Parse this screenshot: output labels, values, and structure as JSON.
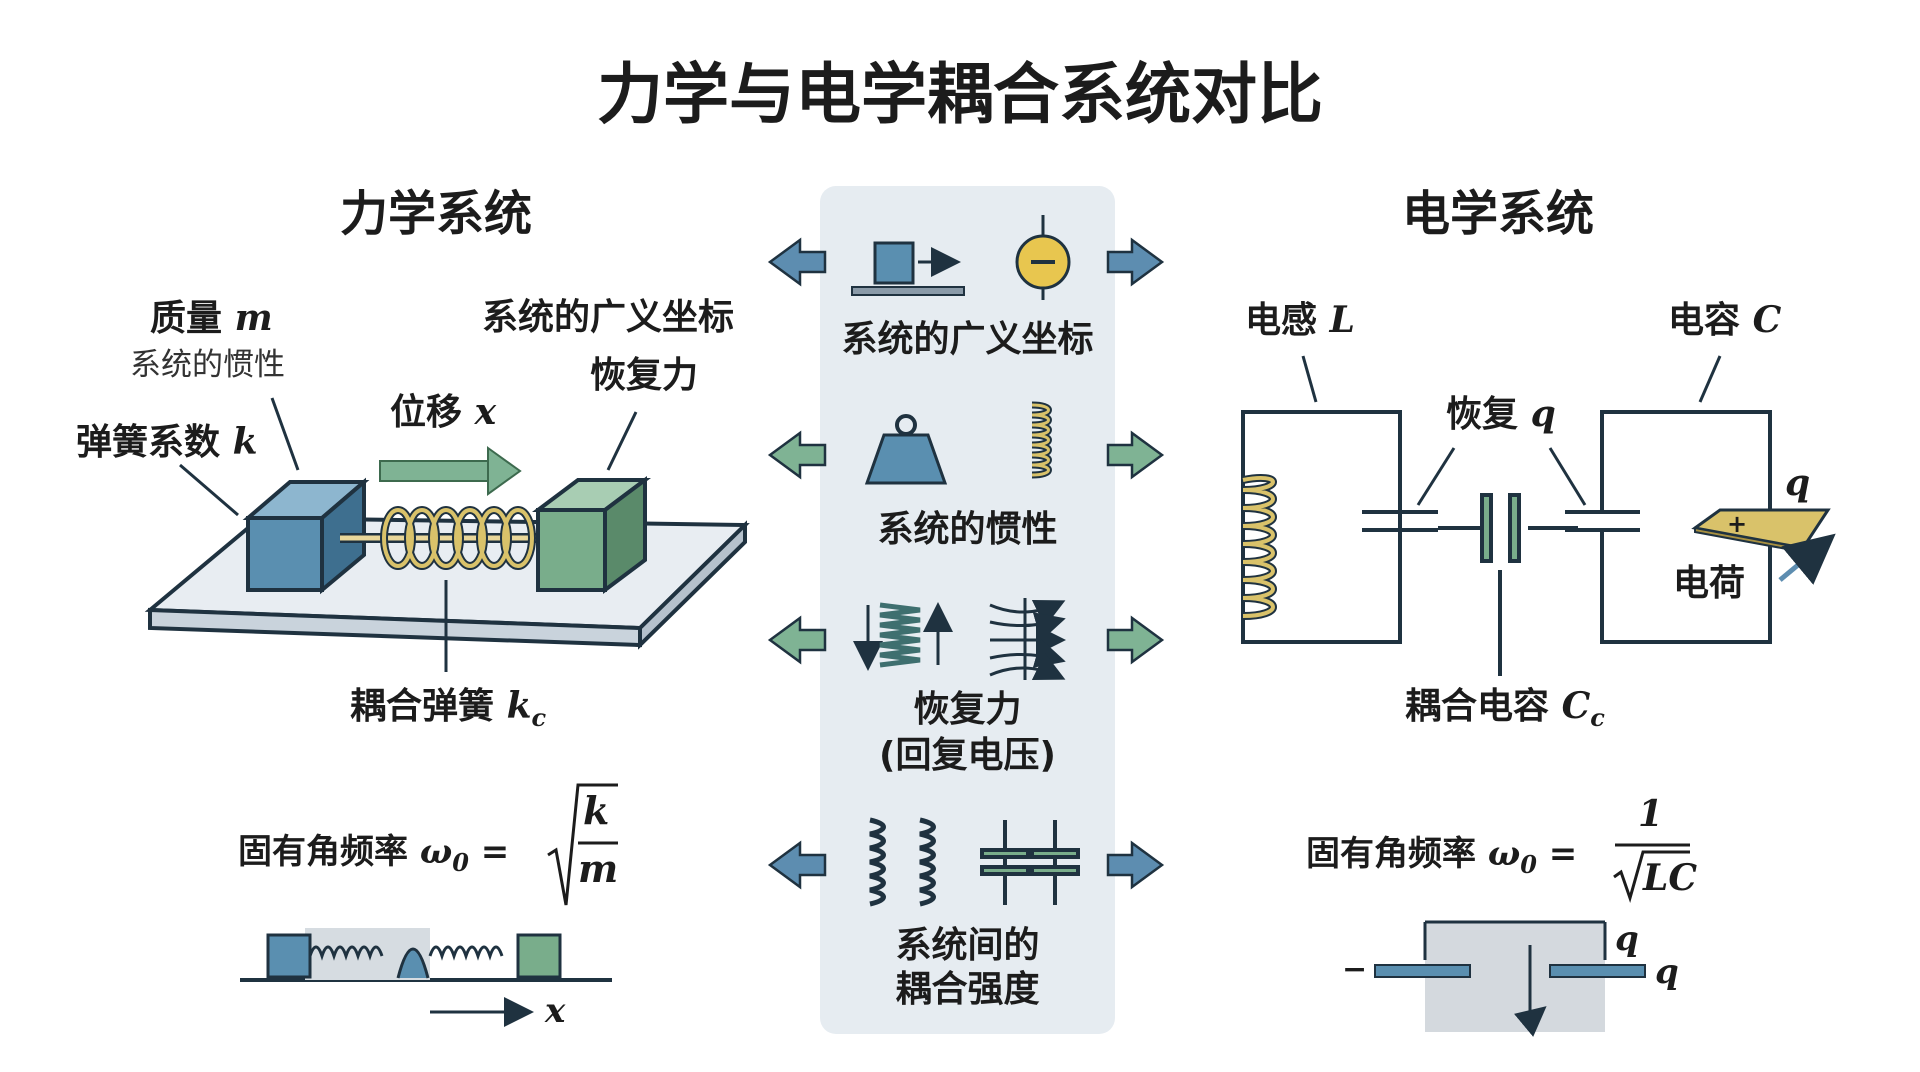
{
  "title": "力学与电学耦合系统对比",
  "mechanical": {
    "heading": "力学系统",
    "mass_label": "质量",
    "mass_symbol": "m",
    "mass_note": "系统的惯性",
    "spring_label": "弹簧系数",
    "spring_symbol": "k",
    "displacement_label": "位移",
    "displacement_symbol": "x",
    "coord_label": "系统的广义坐标",
    "restoring_label": "恢复力",
    "coupling_spring_label": "耦合弹簧",
    "coupling_spring_symbol": "k",
    "coupling_spring_sub": "c",
    "freq_label": "固有角频率",
    "freq_omega": "ω",
    "freq_sub": "0",
    "freq_eq": "=",
    "freq_num": "k",
    "freq_den": "m",
    "axis_symbol": "x"
  },
  "comparison": {
    "row1": "系统的广义坐标",
    "row2": "系统的惯性",
    "row3_line1": "恢复力",
    "row3_line2": "(回复电压)",
    "row4_line1": "系统间的",
    "row4_line2": "耦合强度",
    "minus_sign": "−"
  },
  "electrical": {
    "heading": "电学系统",
    "inductor_label": "电感",
    "inductor_symbol": "L",
    "capacitor_label": "电容",
    "capacitor_symbol": "C",
    "restore_label": "恢复",
    "restore_symbol": "q",
    "charge_symbol": "q",
    "charge_label": "电荷",
    "plus_sign": "+",
    "coupling_cap_label": "耦合电容",
    "coupling_cap_symbol": "C",
    "coupling_cap_sub": "c",
    "freq_label": "固有角频率",
    "freq_omega": "ω",
    "freq_sub": "0",
    "freq_eq": "=",
    "freq_num": "1",
    "freq_den": "LC",
    "plate_minus": "−",
    "plate_q1": "q",
    "plate_q2": "q"
  },
  "colors": {
    "blue_block": "#5a8fb0",
    "green_block": "#79ad8b",
    "spring_gold": "#d9c26a",
    "arrow_blue": "#5d8db0",
    "arrow_green": "#7fb394",
    "panel_bg": "#e6ecf1",
    "dark_line": "#1f3240"
  }
}
